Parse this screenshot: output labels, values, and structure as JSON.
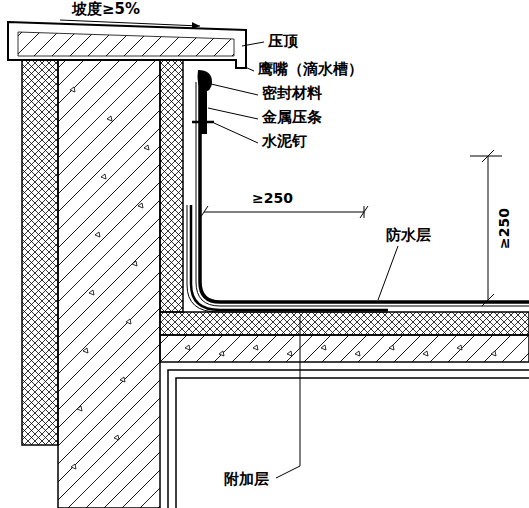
{
  "diagram": {
    "labels": [
      "坡度≥5%",
      "压顶",
      "鹰嘴（滴水槽）",
      "密封材料",
      "金属压条",
      "水泥钉",
      "≥250",
      "防水层",
      "≥250",
      "附加层"
    ]
  }
}
